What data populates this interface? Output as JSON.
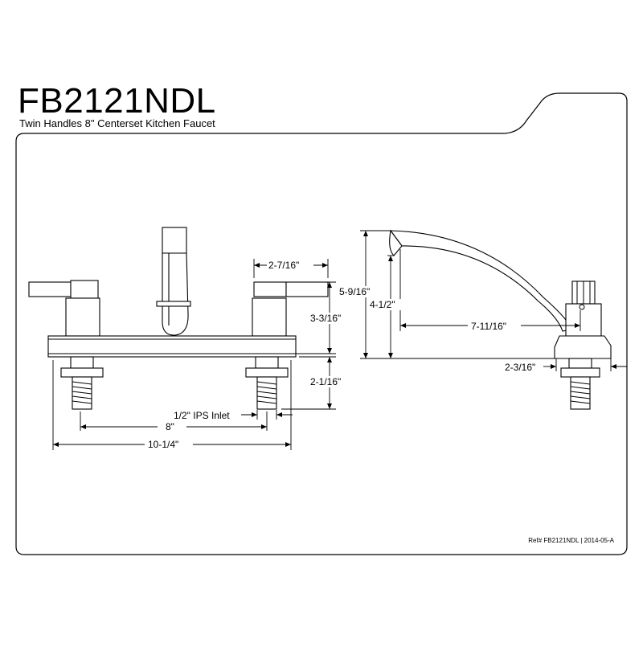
{
  "header": {
    "model": "FB2121NDL",
    "subtitle": "Twin Handles 8\" Centerset Kitchen Faucet"
  },
  "dimensions": {
    "handle_spacing": "2-7/16\"",
    "handle_height": "3-3/16\"",
    "shank_length": "2-1/16\"",
    "inlet": "1/2\" IPS Inlet",
    "center_spacing": "8\"",
    "overall_width": "10-1/4\"",
    "total_height": "5-9/16\"",
    "spout_height": "4-1/2\"",
    "spout_reach": "7-11/16\"",
    "deck_depth": "2-3/16\""
  },
  "footer": {
    "ref": "Ref# FB2121NDL | 2014-05-A"
  }
}
